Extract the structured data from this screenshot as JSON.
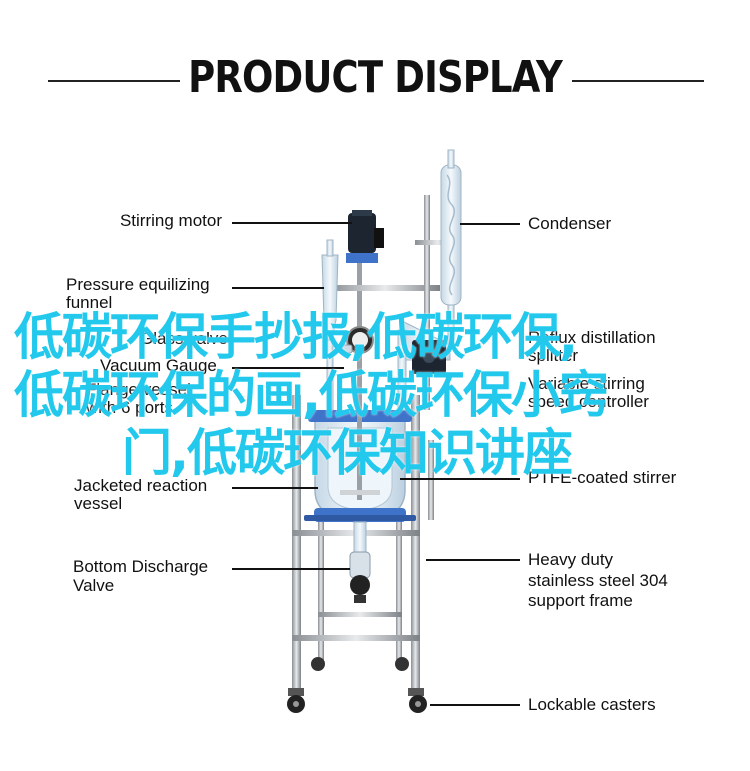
{
  "header": {
    "title": "PRODUCT DISPLAY"
  },
  "labels": {
    "stirring_motor": "Stirring motor",
    "pressure_funnel_1": "Pressure equilizing",
    "pressure_funnel_2": "funnel",
    "glass_valve": "Glass valve",
    "vacuum_gauge": "Vacuum Gauge",
    "flange_1": "Flange vessel",
    "flange_2": "with 6 ports",
    "jacketed_1": "Jacketed reaction",
    "jacketed_2": "vessel",
    "discharge_1": "Bottom Discharge",
    "discharge_2": "Valve",
    "condenser": "Condenser",
    "reflux_1": "Reflux distillation",
    "reflux_2": "splitter",
    "variable_1": "Variable stirring",
    "variable_2": "speed controller",
    "ptfe": "PTFE-coated stirrer",
    "frame_1": "Heavy duty",
    "frame_2": "stainless steel 304",
    "frame_3": "support frame",
    "casters": "Lockable casters"
  },
  "watermark": {
    "line1": "低碳环保手抄报,低碳环保,",
    "line2": "低碳环保的画,低碳环保小窍",
    "line3": "门,低碳环保知识讲座"
  },
  "colors": {
    "watermark": "#22c9ec",
    "motor": "#1c2530",
    "flange_blue": "#3f73c9",
    "glass": "#d8e8f2"
  }
}
